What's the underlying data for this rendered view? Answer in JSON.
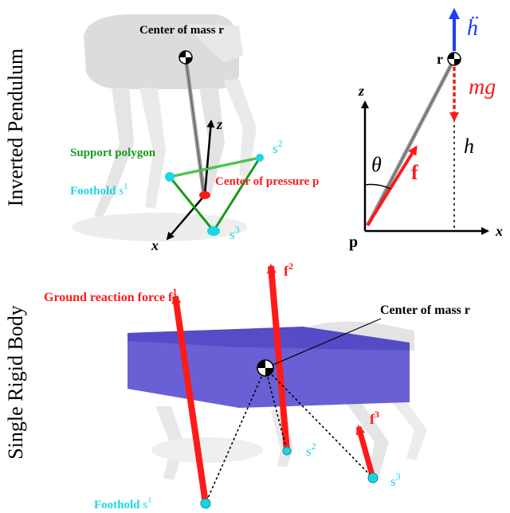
{
  "sections": {
    "top_label": "Inverted Pendulum",
    "bottom_label": "Single Rigid Body"
  },
  "top_left": {
    "com_label": "Center of mass r",
    "support_polygon_label": "Support polygon",
    "foothold_label": "Foothold",
    "foothold_s1": "s",
    "foothold_s1_sup": "1",
    "s2": "s",
    "s2_sup": "2",
    "s3": "s",
    "s3_sup": "3",
    "cop_label": "Center of pressure p",
    "axis_z": "z",
    "axis_x": "x"
  },
  "top_right": {
    "hddot": "ḧ",
    "r": "r",
    "mg": "mg",
    "z": "z",
    "theta": "θ",
    "f": "f",
    "h": "h",
    "p": "p",
    "x": "x"
  },
  "bottom": {
    "grf_label": "Ground reaction force f",
    "grf_sup": "1",
    "f2": "f",
    "f2_sup": "2",
    "f3": "f",
    "f3_sup": "3",
    "com_label": "Center of mass r",
    "foothold_label": "Foothold",
    "s1": "s",
    "s1_sup": "1",
    "s2": "s",
    "s2_sup": "2",
    "s3": "s",
    "s3_sup": "3"
  },
  "colors": {
    "red": "#ff1a1a",
    "green": "#1a9a1a",
    "cyan": "#19d6e6",
    "blue": "#1a3cff",
    "body_purple": "#5a4fd0"
  }
}
